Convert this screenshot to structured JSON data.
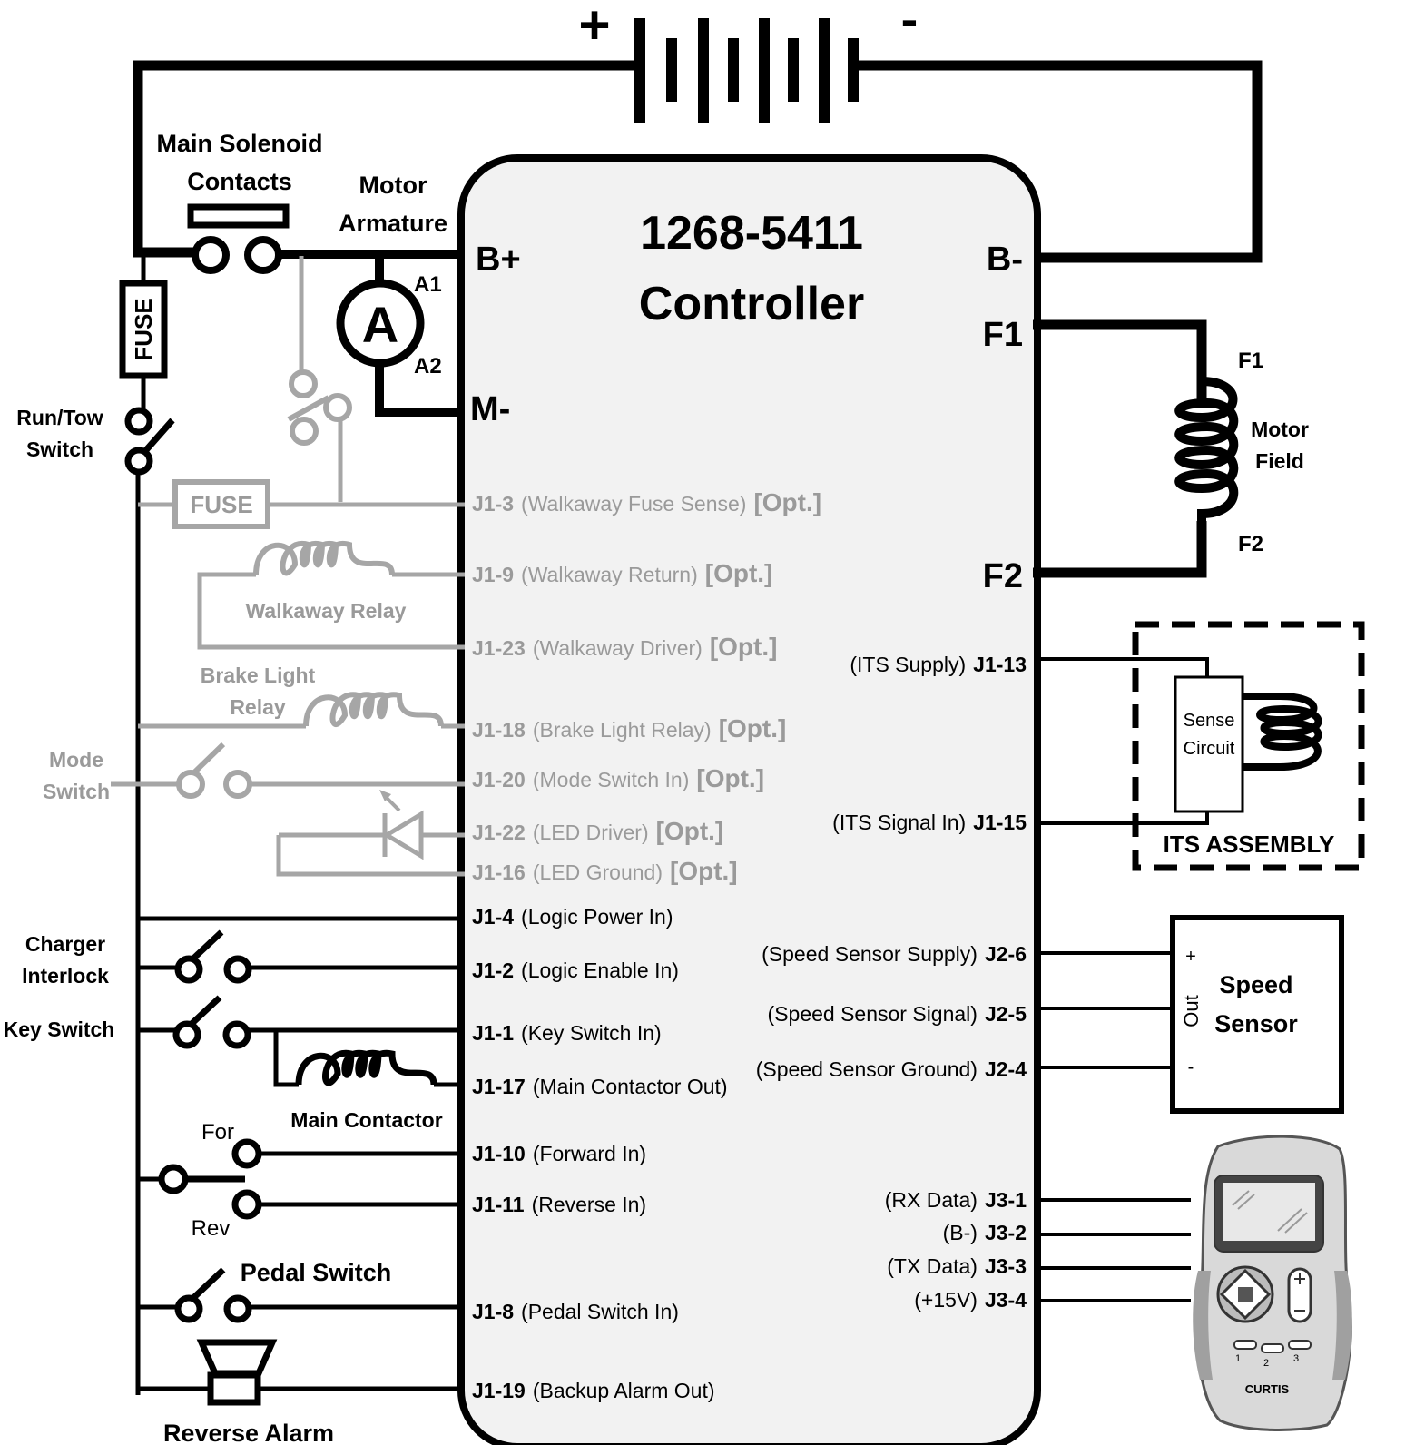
{
  "battery": {
    "plus": "+",
    "minus": "-"
  },
  "controller": {
    "model": "1268-5411",
    "name": "Controller",
    "terminals": {
      "b_plus": "B+",
      "b_minus": "B-",
      "m_minus": "M-",
      "f1": "F1",
      "f2": "F2"
    }
  },
  "left_components": {
    "main_solenoid_l1": "Main Solenoid",
    "main_solenoid_l2": "Contacts",
    "motor_armature_l1": "Motor",
    "motor_armature_l2": "Armature",
    "armature_symbol": "A",
    "a1": "A1",
    "a2": "A2",
    "fuse_main": "FUSE",
    "fuse_walkaway": "FUSE",
    "run_tow_l1": "Run/Tow",
    "run_tow_l2": "Switch",
    "walkaway_relay": "Walkaway Relay",
    "brake_relay_l1": "Brake Light",
    "brake_relay_l2": "Relay",
    "mode_switch_l1": "Mode",
    "mode_switch_l2": "Switch",
    "charger_l1": "Charger",
    "charger_l2": "Interlock",
    "key_switch": "Key Switch",
    "main_contactor": "Main Contactor",
    "for": "For",
    "rev": "Rev",
    "pedal_switch": "Pedal Switch",
    "reverse_alarm": "Reverse Alarm"
  },
  "left_pins": [
    {
      "pin": "J1-3",
      "desc": "(Walkaway Fuse Sense)",
      "opt": "[Opt.]"
    },
    {
      "pin": "J1-9",
      "desc": "(Walkaway Return)",
      "opt": "[Opt.]"
    },
    {
      "pin": "J1-23",
      "desc": "(Walkaway Driver)",
      "opt": "[Opt.]"
    },
    {
      "pin": "J1-18",
      "desc": "(Brake Light Relay)",
      "opt": "[Opt.]"
    },
    {
      "pin": "J1-20",
      "desc": "(Mode Switch In)",
      "opt": "[Opt.]"
    },
    {
      "pin": "J1-22",
      "desc": "(LED Driver)",
      "opt": "[Opt.]"
    },
    {
      "pin": "J1-16",
      "desc": "(LED Ground)",
      "opt": "[Opt.]"
    },
    {
      "pin": "J1-4",
      "desc": "(Logic Power In)"
    },
    {
      "pin": "J1-2",
      "desc": "(Logic Enable In)"
    },
    {
      "pin": "J1-1",
      "desc": "(Key Switch In)"
    },
    {
      "pin": "J1-17",
      "desc": "(Main Contactor Out)"
    },
    {
      "pin": "J1-10",
      "desc": "(Forward In)"
    },
    {
      "pin": "J1-11",
      "desc": "(Reverse In)"
    },
    {
      "pin": "J1-8",
      "desc": "(Pedal Switch In)"
    },
    {
      "pin": "J1-19",
      "desc": "(Backup Alarm Out)"
    }
  ],
  "right_pins": [
    {
      "desc": "(ITS Supply)",
      "pin": "J1-13"
    },
    {
      "desc": "(ITS Signal In)",
      "pin": "J1-15"
    },
    {
      "desc": "(Speed Sensor Supply)",
      "pin": "J2-6"
    },
    {
      "desc": "(Speed Sensor Signal)",
      "pin": "J2-5"
    },
    {
      "desc": "(Speed Sensor Ground)",
      "pin": "J2-4"
    },
    {
      "desc": "(RX Data)",
      "pin": "J3-1"
    },
    {
      "desc": "(B-)",
      "pin": "J3-2"
    },
    {
      "desc": "(TX Data)",
      "pin": "J3-3"
    },
    {
      "desc": "(+15V)",
      "pin": "J3-4"
    }
  ],
  "right_components": {
    "field_f1": "F1",
    "field_f2": "F2",
    "motor_field_l1": "Motor",
    "motor_field_l2": "Field",
    "sense_l1": "Sense",
    "sense_l2": "Circuit",
    "its_assembly": "ITS ASSEMBLY",
    "speed_sensor_l1": "Speed",
    "speed_sensor_l2": "Sensor",
    "ss_plus": "+",
    "ss_out": "Out",
    "ss_minus": "-",
    "programmer_brand": "CURTIS",
    "programmer_keys": [
      "1",
      "2",
      "3"
    ]
  }
}
